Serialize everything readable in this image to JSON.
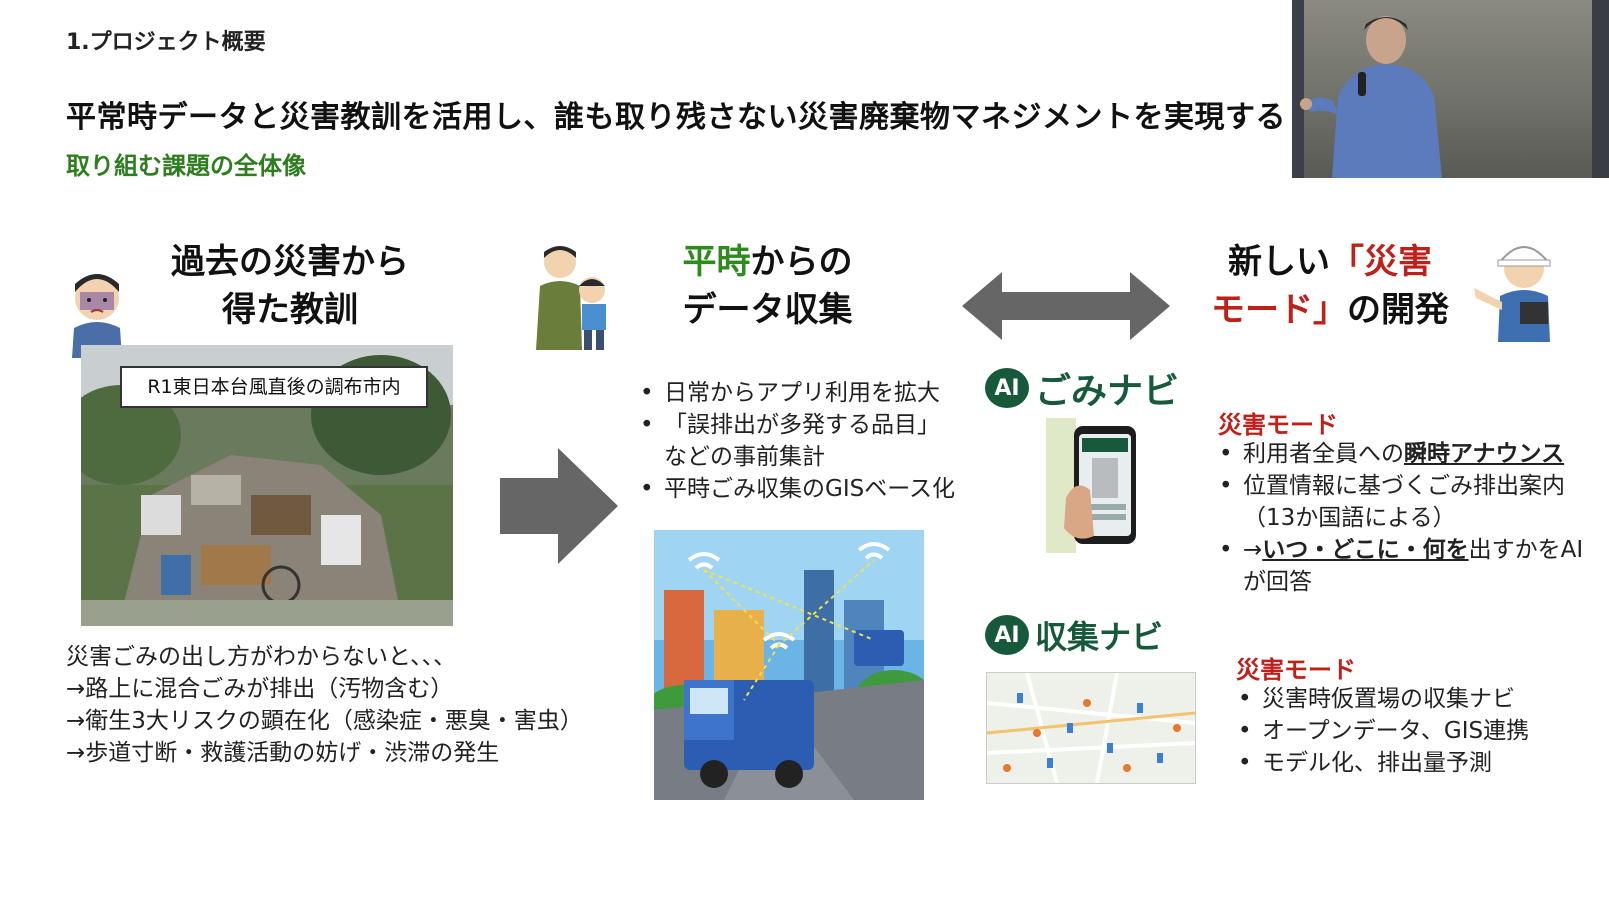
{
  "header": {
    "section": "1.プロジェクト概要",
    "title": "平常時データと災害教訓を活用し、誰も取り残さない災害廃棄物マネジメントを実現する",
    "subtitle": "取り組む課題の全体像"
  },
  "col1": {
    "heading_line1": "過去の災害から",
    "heading_line2": "得た教訓",
    "photo_caption": "R1東日本台風直後の調布市内",
    "text": [
      "災害ごみの出し方がわからないと、、、",
      "→路上に混合ごみが排出（汚物含む）",
      "→衛生3大リスクの顕在化（感染症・悪臭・害虫）",
      "→歩道寸断・救護活動の妨げ・渋滞の発生"
    ]
  },
  "col2": {
    "heading_accent": "平時",
    "heading_rest": "からの",
    "heading_line2": "データ収集",
    "bullets": [
      "日常からアプリ利用を拡大",
      "「誤排出が多発する品目」",
      "平時ごみ収集のGISベース化"
    ],
    "bullet2_cont": "などの事前集計"
  },
  "col3": {
    "heading_line1_a": "新しい",
    "heading_line1_b": "「災害",
    "heading_line2_a": "モード」",
    "heading_line2_b": "の開発",
    "logo1_badge": "AI",
    "logo1_text": "ごみナビ",
    "logo2_badge": "AI",
    "logo2_text": "収集ナビ",
    "mode1_title": "災害モード",
    "mode1_b1_pre": "利用者全員への",
    "mode1_b1_em": "瞬時アナウンス",
    "mode1_b2": "位置情報に基づくごみ排出案内",
    "mode1_b2_cont": "（13か国語による）",
    "mode1_b3_pre": "→",
    "mode1_b3_em": "いつ・どこに・何を",
    "mode1_b3_post": "出すかをAI",
    "mode1_b3_cont": "が回答",
    "mode2_title": "災害モード",
    "mode2_bullets": [
      "災害時仮置場の収集ナビ",
      "オープンデータ、GIS連携",
      "モデル化、排出量予測"
    ]
  },
  "colors": {
    "green": "#2e8b1e",
    "red": "#c0201a",
    "logo": "#175a3b",
    "arrow": "#666666"
  }
}
